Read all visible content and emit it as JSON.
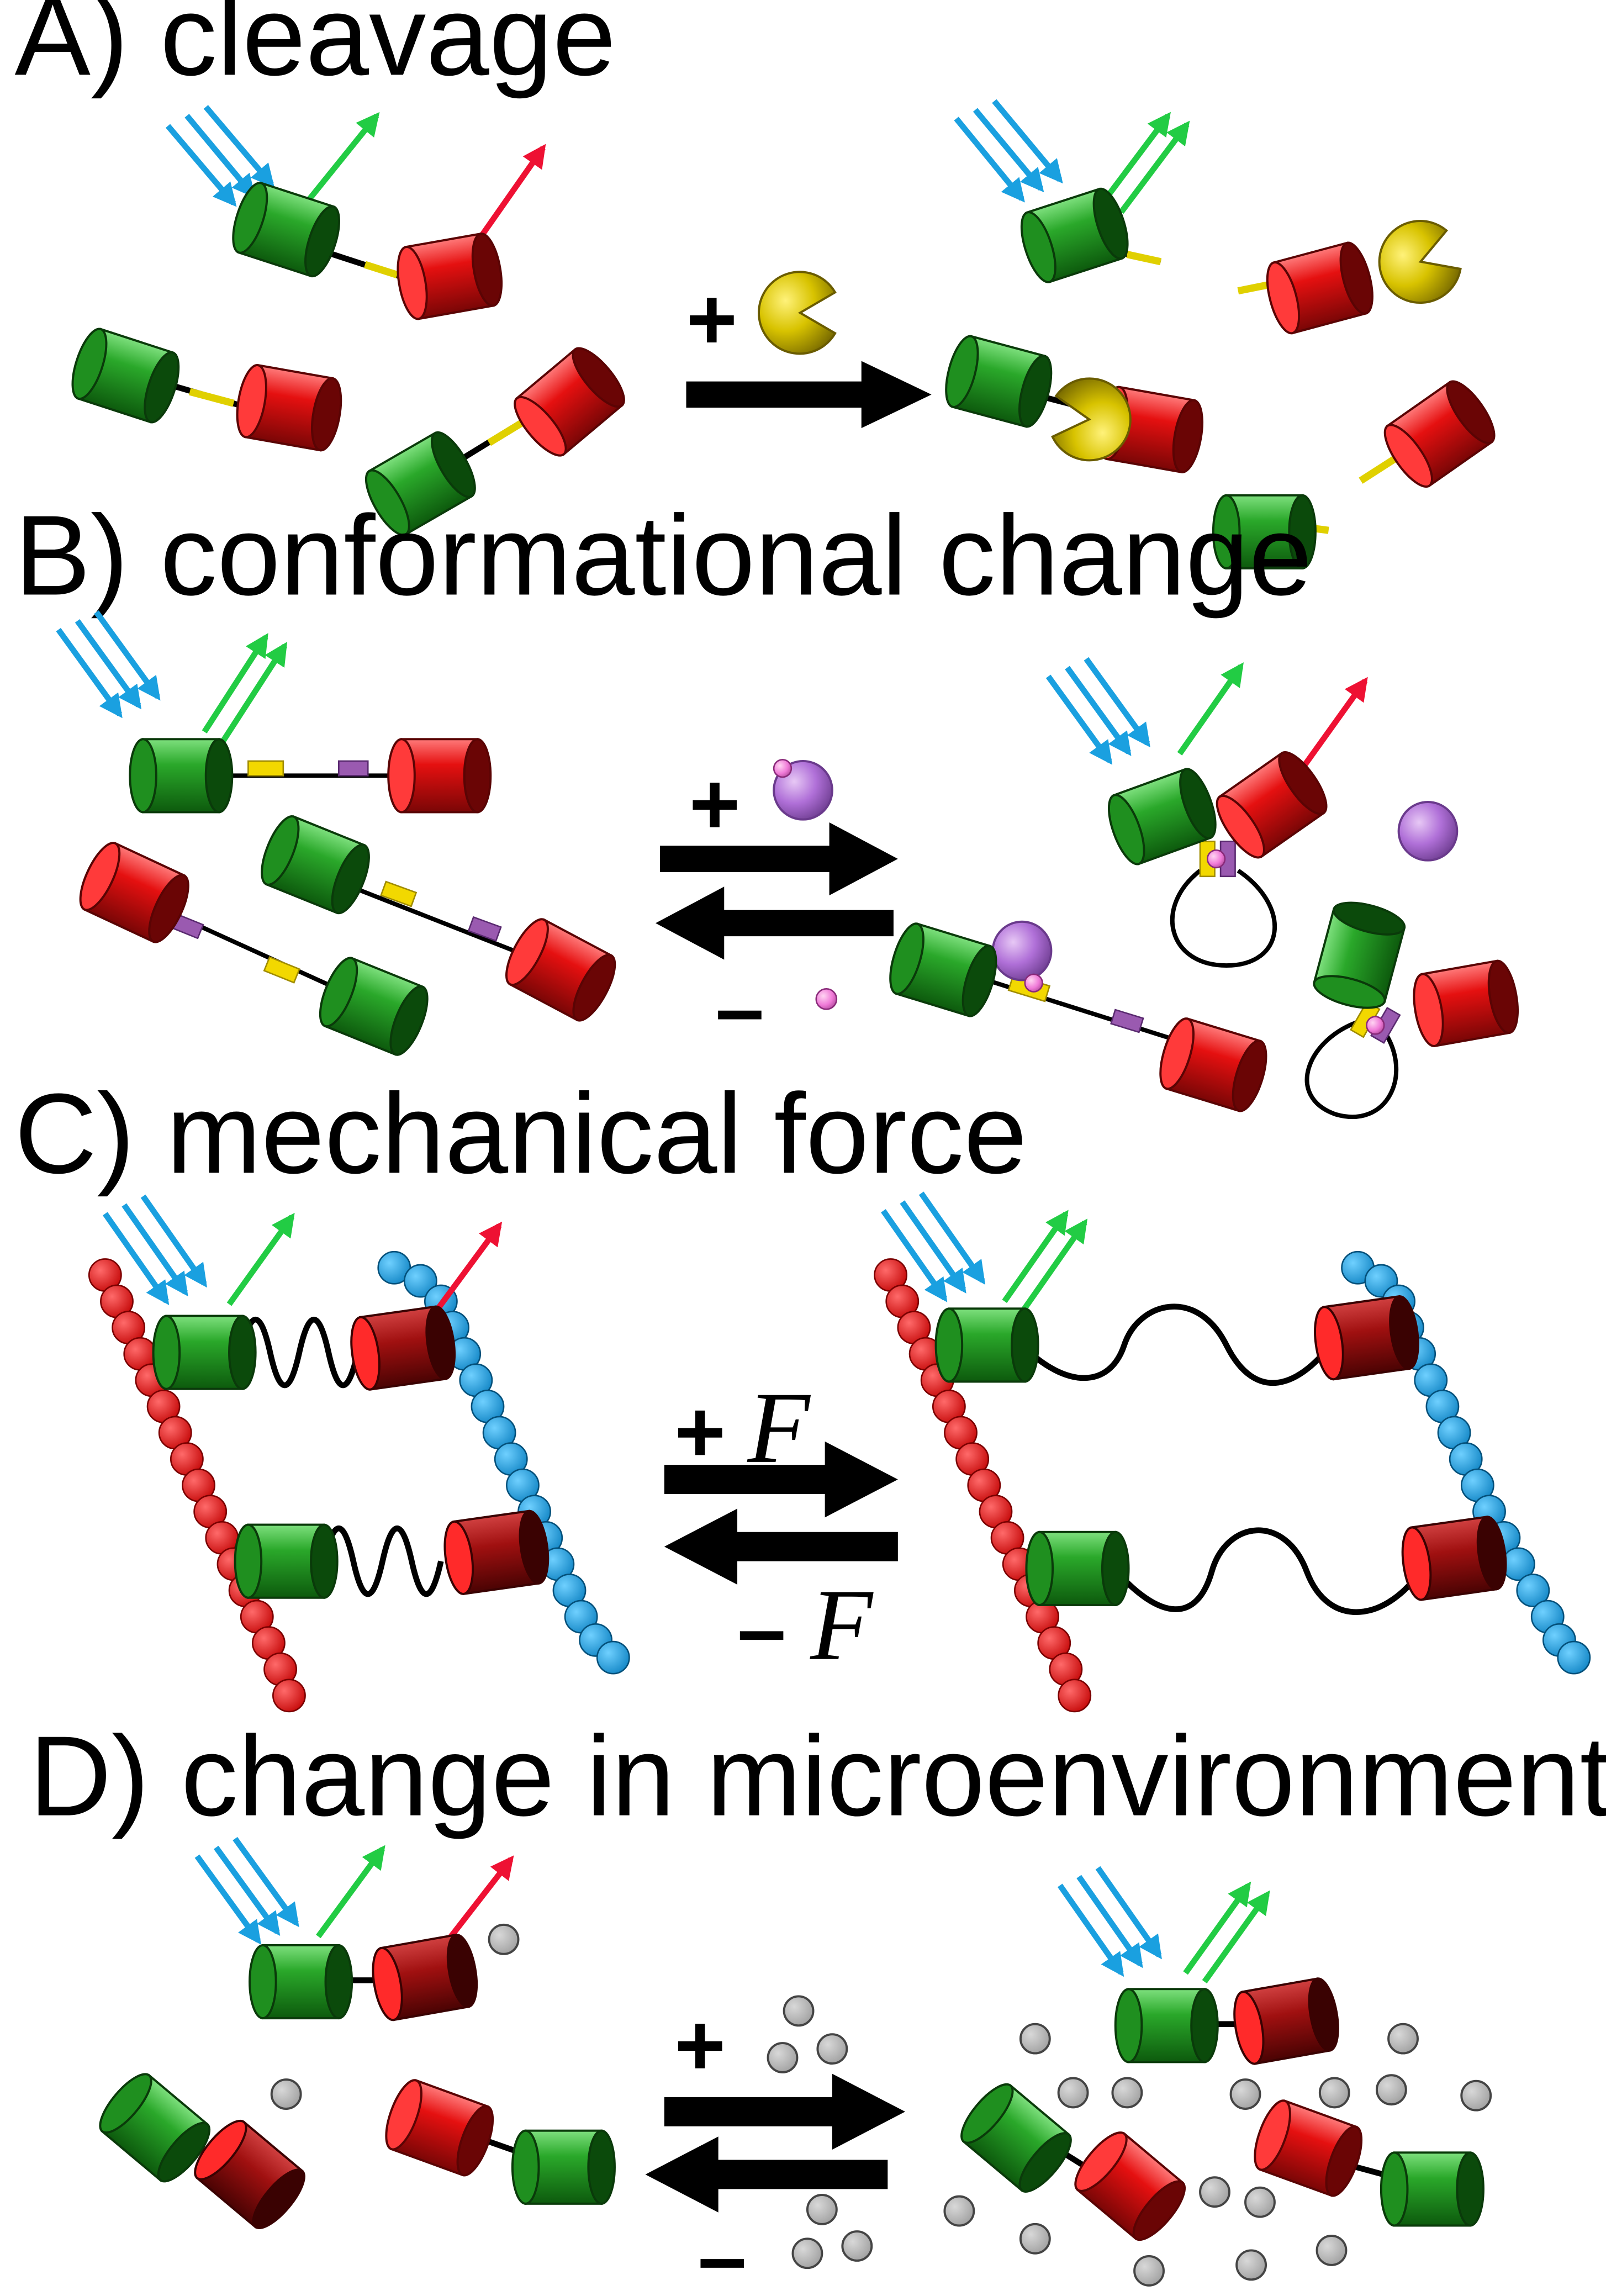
{
  "panels": {
    "a": {
      "label": "A) cleavage",
      "forward_sign": "+"
    },
    "b": {
      "label": "B) conformational change",
      "forward_sign": "+",
      "reverse_sign": "–"
    },
    "c": {
      "label": "C) mechanical force",
      "forward_sign": "+",
      "forward_symbol": "F",
      "reverse_sign": "–",
      "reverse_symbol": "F"
    },
    "d": {
      "label": "D) change in microenvironment",
      "forward_sign": "+",
      "reverse_sign": "–"
    }
  },
  "colors": {
    "donor": "#1a9a1a",
    "acceptor": "#dd1111",
    "excitation": "#1aa0e0",
    "donor_emission": "#22cc44",
    "acceptor_emission": "#ee1133",
    "protease": "#d4c000",
    "ligand": "#b070d8",
    "ion": "#f07ad8",
    "solvent": "#b4b4b4",
    "linker": "#000000",
    "cleavage_site": "#e0d000",
    "red_chain": "#e51010",
    "blue_chain": "#1aa0e0"
  },
  "icons": {
    "donor": "green-cylinder-icon",
    "acceptor": "red-cylinder-icon",
    "protease": "pacman-protease-icon",
    "ligand": "purple-sphere-icon",
    "ion": "pink-sphere-icon",
    "solvent": "gray-sphere-icon"
  }
}
